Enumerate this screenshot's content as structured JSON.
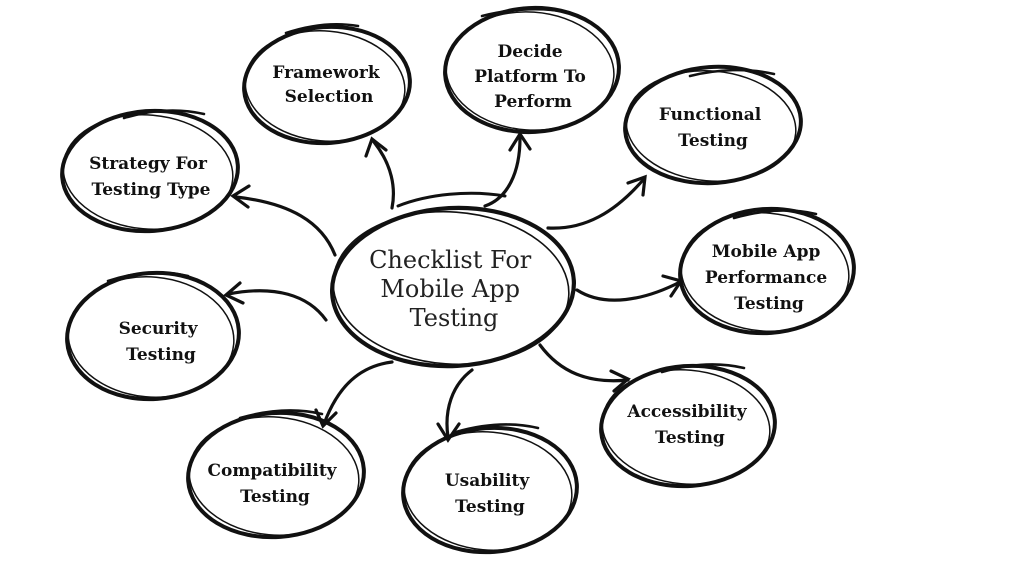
{
  "center": {
    "lines": [
      "Checklist For",
      "Mobile App",
      "Testing"
    ]
  },
  "nodes": [
    {
      "id": "framework-selection",
      "lines": [
        "Framework",
        "Selection"
      ]
    },
    {
      "id": "decide-platform-to-perform",
      "lines": [
        "Decide",
        "Platform To",
        "Perform"
      ]
    },
    {
      "id": "functional-testing",
      "lines": [
        "Functional",
        "Testing"
      ]
    },
    {
      "id": "strategy-for-testing-type",
      "lines": [
        "Strategy For",
        "Testing Type"
      ]
    },
    {
      "id": "mobile-app-performance-testing",
      "lines": [
        "Mobile App",
        "Performance",
        "Testing"
      ]
    },
    {
      "id": "security-testing",
      "lines": [
        "Security",
        "Testing"
      ]
    },
    {
      "id": "accessibility-testing",
      "lines": [
        "Accessibility",
        "Testing"
      ]
    },
    {
      "id": "compatibility-testing",
      "lines": [
        "Compatibility",
        "Testing"
      ]
    },
    {
      "id": "usability-testing",
      "lines": [
        "Usability",
        "Testing"
      ]
    }
  ],
  "colors": {
    "ink": "#111111",
    "background": "#ffffff"
  }
}
